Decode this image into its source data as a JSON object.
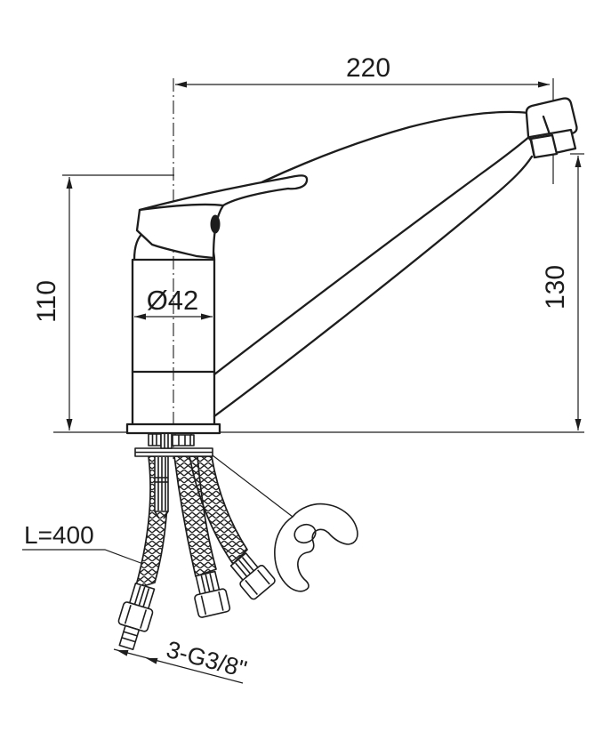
{
  "colors": {
    "line": "#1d1d1d",
    "background": "#ffffff"
  },
  "dimensions": {
    "spout_reach": "220",
    "body_height": "110",
    "spout_height": "130",
    "body_diameter": "Ø42",
    "hose_length": "L=400",
    "thread_spec": "3-G3/8\""
  }
}
